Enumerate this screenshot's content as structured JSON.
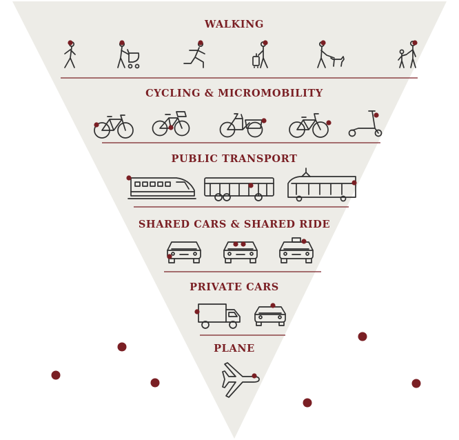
{
  "diagram": {
    "colors": {
      "triangle": "#edece7",
      "accent": "#7a1f24",
      "icon_stroke": "#2f2f2f",
      "background": "#ffffff"
    },
    "tiers": [
      {
        "title": "WALKING",
        "icons": [
          "walking-person-icon",
          "person-with-stroller-icon",
          "running-person-icon",
          "person-with-suitcase-icon",
          "person-walking-dog-icon",
          "adult-with-child-icon"
        ]
      },
      {
        "title": "CYCLING & MICROMOBILITY",
        "icons": [
          "bicycle-icon",
          "bicycle-with-basket-icon",
          "cargo-bike-icon",
          "city-bicycle-icon",
          "kick-scooter-icon"
        ]
      },
      {
        "title": "PUBLIC TRANSPORT",
        "icons": [
          "high-speed-train-icon",
          "bus-icon",
          "tram-icon"
        ]
      },
      {
        "title": "SHARED CARS & SHARED RIDE",
        "icons": [
          "shared-car-icon",
          "carpool-car-icon",
          "taxi-icon"
        ]
      },
      {
        "title": "PRIVATE CARS",
        "icons": [
          "delivery-truck-icon",
          "private-car-icon"
        ]
      },
      {
        "title": "PLANE",
        "icons": [
          "airplane-icon"
        ]
      }
    ]
  }
}
